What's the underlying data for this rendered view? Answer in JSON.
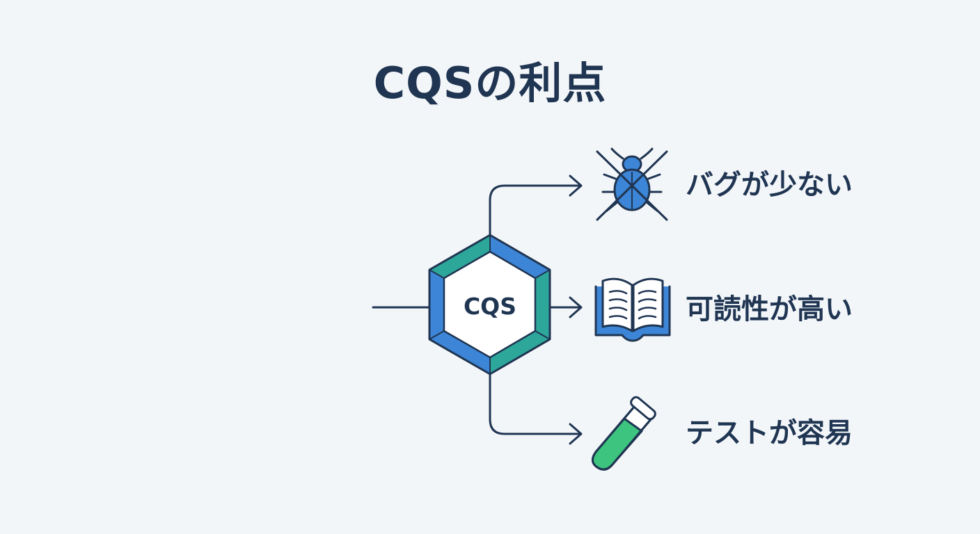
{
  "title": "CQSの利点",
  "center": {
    "label": "CQS"
  },
  "benefits": [
    {
      "label": "バグが少ない",
      "icon": "bug-crossed-out-icon"
    },
    {
      "label": "可読性が高い",
      "icon": "open-book-icon"
    },
    {
      "label": "テストが容易",
      "icon": "test-tube-icon"
    }
  ],
  "colors": {
    "text": "#1f3552",
    "stroke": "#1f3552",
    "blue": "#3d85d6",
    "teal": "#2ea79b",
    "green": "#3dc47e",
    "background": "#f3f6f9"
  }
}
